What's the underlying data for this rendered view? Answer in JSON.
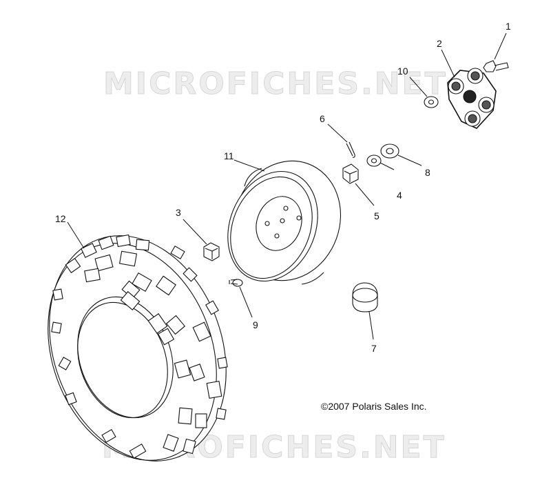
{
  "watermarks": [
    "MICROFICHES.NET",
    "MICROFICHES.NET"
  ],
  "callouts": [
    "1",
    "2",
    "3",
    "4",
    "5",
    "6",
    "7",
    "8",
    "9",
    "10",
    "11",
    "12"
  ],
  "parts": {
    "bolt": "bolt-icon",
    "hub": "hub-icon",
    "lug-nut": "lug-nut-icon",
    "washer": "washer-icon",
    "castle-nut": "castle-nut-icon",
    "cotter-pin": "cotter-pin-icon",
    "hub-cap": "hub-cap-icon",
    "valve-stem": "valve-stem-icon",
    "rim": "rim-icon",
    "tire": "tire-icon"
  },
  "copyright": "©2007 Polaris Sales Inc.",
  "colors": {
    "line": "#111111",
    "watermark": "#d6d6d6"
  }
}
